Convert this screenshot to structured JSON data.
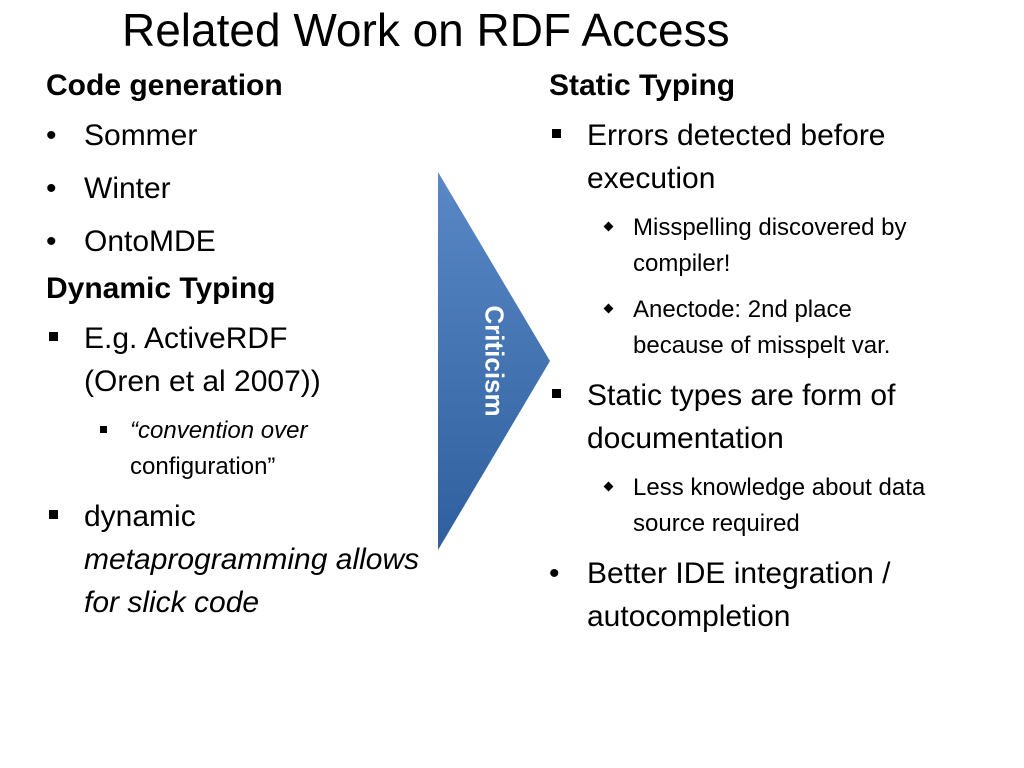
{
  "title": "Related Work on RDF Access",
  "left": {
    "code_heading": "Code generation",
    "code_items": [
      "Sommer",
      "Winter",
      "OntoMDE"
    ],
    "dynamic_heading": "Dynamic Typing",
    "activerdf_line1": "E.g. ActiveRDF",
    "activerdf_line2": "(Oren et al 2007))",
    "convention_line1": "“convention over",
    "convention_line2": "configuration”",
    "dynamic_word": "dynamic",
    "meta_line1": "metaprogramming allows",
    "meta_line2": "for slick code"
  },
  "arrow": {
    "label": "Criticism",
    "color_top": "#5a88c6",
    "color_bottom": "#2f5f9e"
  },
  "right": {
    "static_heading": "Static Typing",
    "errors_line1": "Errors detected before",
    "errors_line2": "execution",
    "misspelling_line1": "Misspelling discovered by",
    "misspelling_line2": "compiler!",
    "anecdote_line1": "Anectode: 2nd place",
    "anecdote_line2": "because of misspelt var.",
    "doc_line1": "Static types are form of",
    "doc_line2": "documentation",
    "less_line1": "Less knowledge about data",
    "less_line2": "source required",
    "ide_line1": "Better IDE integration /",
    "ide_line2": "autocompletion"
  }
}
